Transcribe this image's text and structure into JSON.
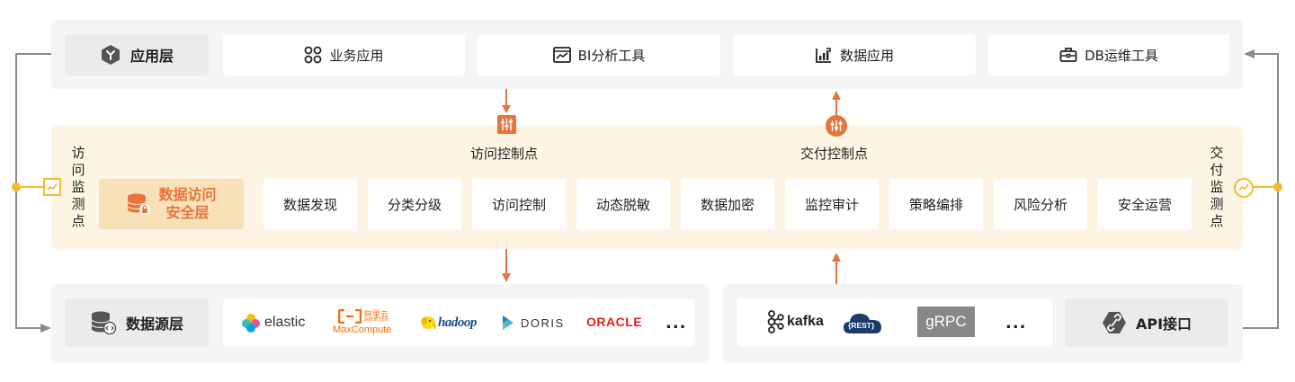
{
  "app_layer": {
    "label": "应用层",
    "items": [
      {
        "label": "业务应用",
        "icon": "apps-grid-icon"
      },
      {
        "label": "BI分析工具",
        "icon": "analytics-window-icon"
      },
      {
        "label": "数据应用",
        "icon": "bar-chart-icon"
      },
      {
        "label": "DB运维工具",
        "icon": "toolbox-icon"
      }
    ]
  },
  "security_layer": {
    "label_line1": "数据访问",
    "label_line2": "安全层",
    "access_point": "访问控制点",
    "delivery_point": "交付控制点",
    "access_monitor": [
      "访",
      "问",
      "监",
      "测",
      "点"
    ],
    "delivery_monitor": [
      "交",
      "付",
      "监",
      "测",
      "点"
    ],
    "modules": [
      "数据发现",
      "分类分级",
      "访问控制",
      "动态脱敏",
      "数据加密",
      "监控审计",
      "策略编排",
      "风险分析",
      "安全运营"
    ]
  },
  "source_layer": {
    "label": "数据源层",
    "logos": {
      "elastic": "elastic",
      "maxcompute_cn": "阿里云",
      "maxcompute_sub": "aliyun.com",
      "maxcompute": "MaxCompute",
      "hadoop": "hadoop",
      "doris": "DORIS",
      "oracle": "ORACLE",
      "more": "..."
    }
  },
  "api_layer": {
    "label": "API接口",
    "logos": {
      "kafka": "kafka",
      "rest": "{REST}",
      "grpc": "gRPC",
      "more": "..."
    }
  },
  "colors": {
    "accent": "#e8743b",
    "monitor": "#f5b82e",
    "connector": "#8c8c8c",
    "security_bg": "#fdf4e3",
    "panel_bg": "#f5f5f5"
  }
}
